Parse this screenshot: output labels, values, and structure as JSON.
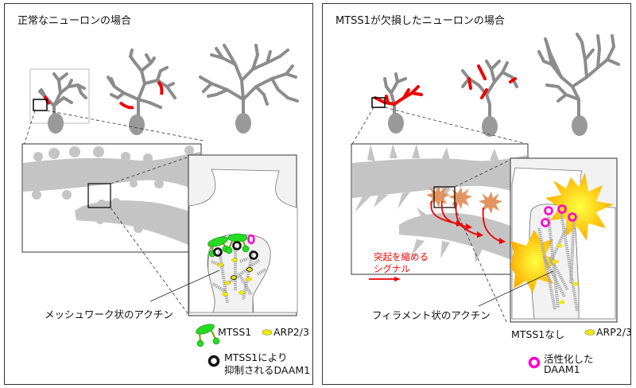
{
  "left_panel": {
    "title": "正常なニューロンの場合",
    "actin_label": "メッシュワーク状のアクチン",
    "legend": {
      "mtss1": "MTSS1",
      "arp23": "ARP2/3",
      "daam1_line1": "MTSS1により",
      "daam1_line2": "抑制されるDAAM1"
    }
  },
  "right_panel": {
    "title": "MTSS1が欠損したニューロンの場合",
    "signal_line1": "突起を縮める",
    "signal_line2": "シグナル",
    "actin_label": "フィラメント状のアクチン",
    "legend": {
      "no_mtss1": "MTSS1なし",
      "arp23": "ARP2/3",
      "daam1_line1": "活性化した",
      "daam1_line2": "DAAM1"
    }
  },
  "colors": {
    "neuron_gray": "#8c8c8c",
    "dendrite_bg": "#c4c4c4",
    "spine_bg": "#f0f0f0",
    "mtss1_green": "#22dd22",
    "arp23_yellow": "#f0e800",
    "daam1_inhibited": "#111111",
    "daam1_active": "#ff00cc",
    "retraction_red": "#ee0000",
    "burst_orange": "#e08a50",
    "burst_yellow": "#ffd800"
  }
}
